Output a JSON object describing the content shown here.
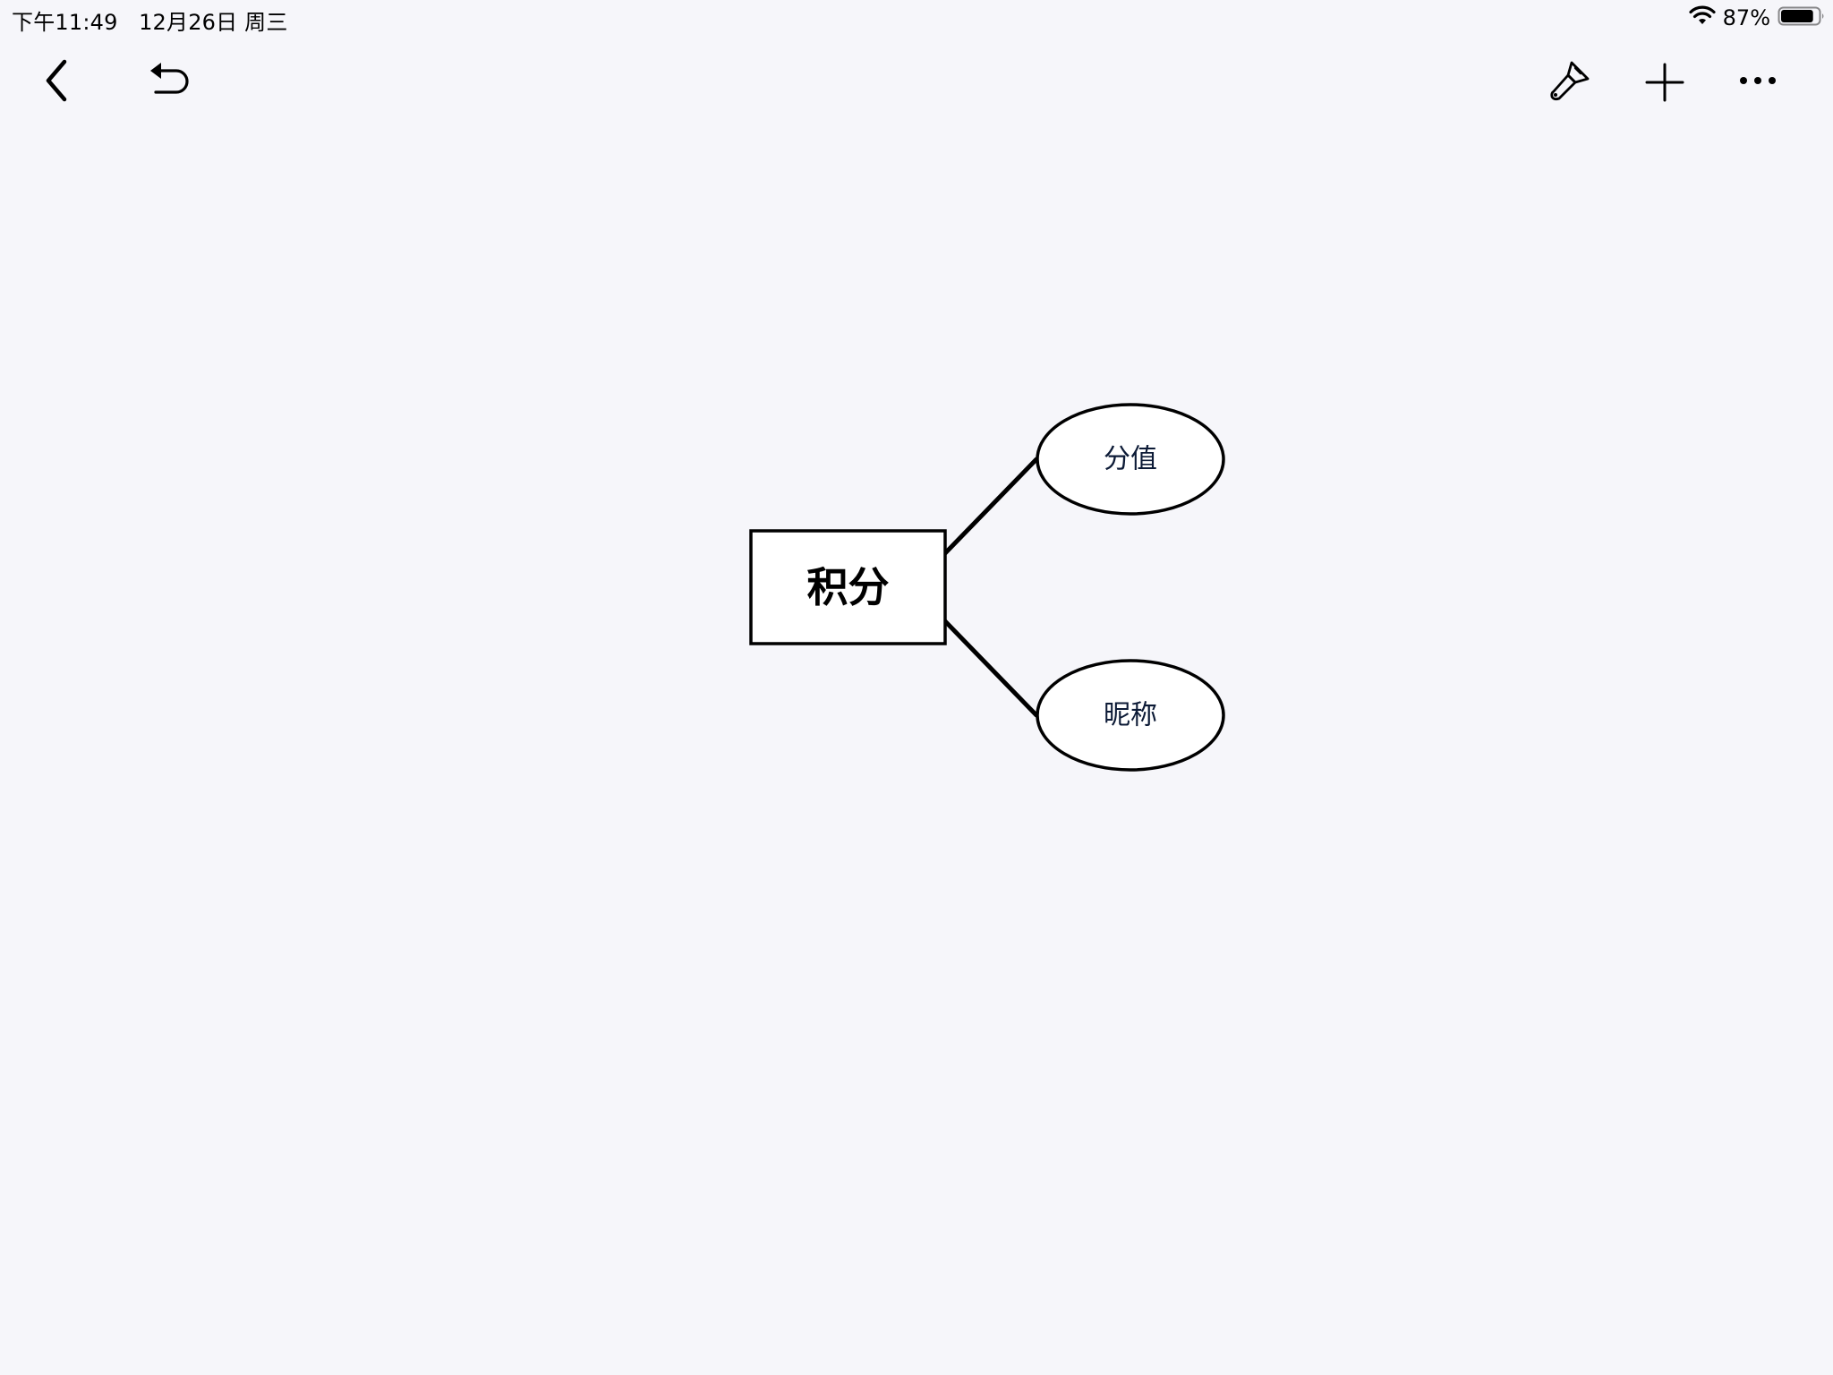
{
  "status_bar": {
    "time": "下午11:49",
    "date": "12月26日 周三",
    "battery_percent": "87%",
    "battery_level": 0.87,
    "wifi": "wifi-icon"
  },
  "toolbar": {
    "back_icon": "chevron-left-icon",
    "undo_icon": "undo-icon",
    "style_icon": "paintbrush-icon",
    "add_icon": "plus-icon",
    "more_icon": "ellipsis-icon"
  },
  "diagram": {
    "entity": {
      "label": "积分",
      "shape": "rectangle"
    },
    "attributes": [
      {
        "label": "分值",
        "shape": "ellipse"
      },
      {
        "label": "昵称",
        "shape": "ellipse"
      }
    ]
  },
  "colors": {
    "background": "#f6f6fa",
    "stroke": "#000000",
    "attribute_text": "#0c1a36"
  }
}
